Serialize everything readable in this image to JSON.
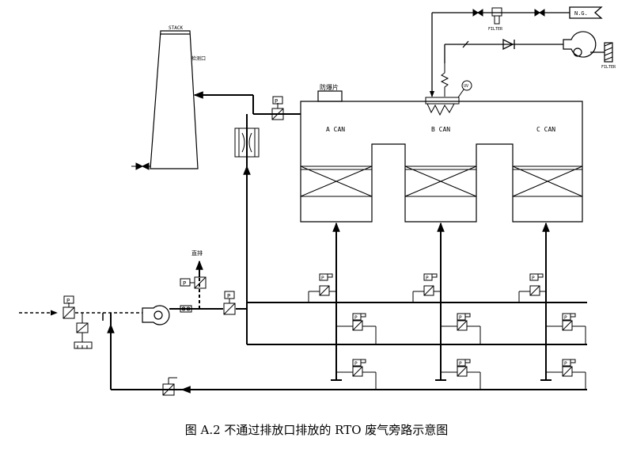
{
  "figure": {
    "caption": "图 A.2  不通过排放口排放的 RTO 废气旁路示意图"
  },
  "labels": {
    "stack": "STACK",
    "sample_port": "检测口",
    "burst_disc": "防爆片",
    "can_a": "A CAN",
    "can_b": "B CAN",
    "can_c": "C CAN",
    "uv": "UV",
    "ng": "N.G.",
    "filter_top": "FILTER",
    "filter_right": "FILTER",
    "vent": "直排",
    "p": "P"
  },
  "colors": {
    "line": "#000000",
    "background": "#ffffff"
  }
}
